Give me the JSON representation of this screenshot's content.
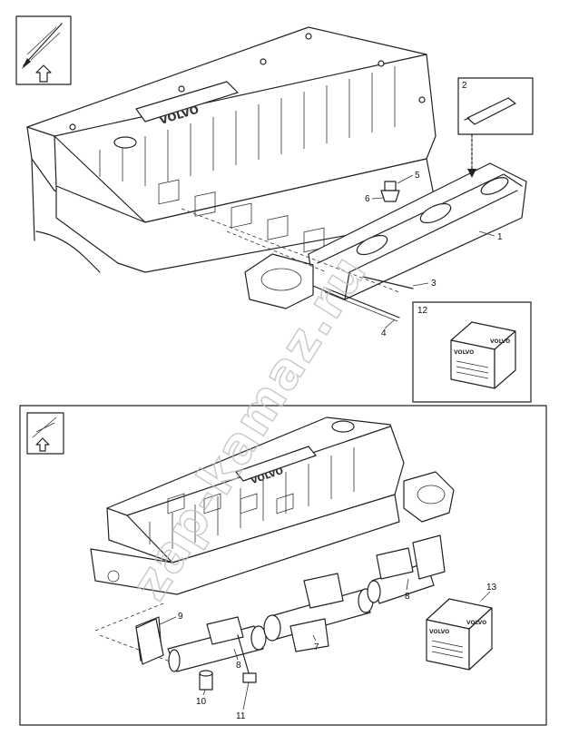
{
  "brand": {
    "engine_logo": "VOLVO",
    "box_logo": "VOLVO"
  },
  "watermark": "zap-kamaz.ru",
  "callouts": {
    "c1": "1",
    "c2": "2",
    "c3": "3",
    "c4": "4",
    "c5": "5",
    "c6": "6",
    "c7": "7",
    "c8a": "8",
    "c8b": "8",
    "c9": "9",
    "c10": "10",
    "c11": "11",
    "c12": "12",
    "c13": "13"
  },
  "icons": {
    "top_orientation": "engine-orientation-arrow-icon",
    "bottom_orientation": "engine-orientation-arrow-icon",
    "gasket_kit": "gasket-kit-box-icon",
    "sealant_tube": "sealant-tube-icon"
  },
  "colors": {
    "line": "#222222",
    "watermark": "#bdbdbd",
    "background": "#ffffff"
  }
}
